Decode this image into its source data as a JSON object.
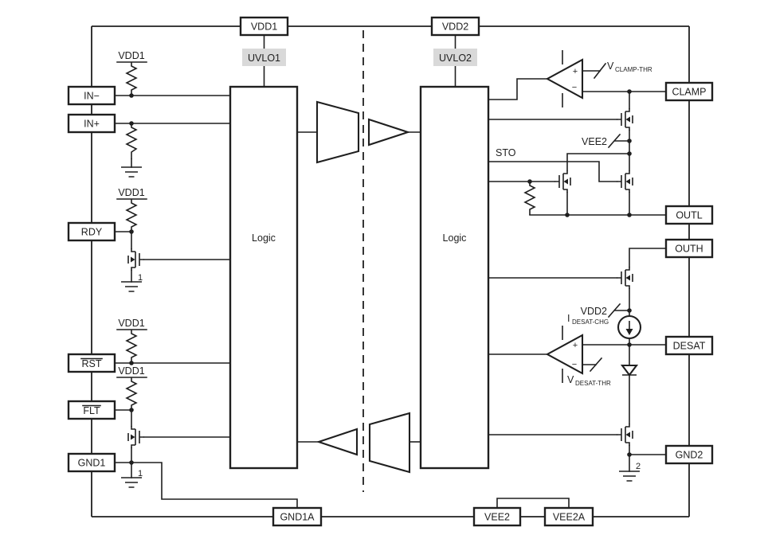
{
  "diagram": {
    "pins": {
      "in_minus": "IN−",
      "in_plus": "IN+",
      "rdy": "RDY",
      "rst": "RST",
      "flt": "FLT",
      "gnd1": "GND1",
      "vdd1": "VDD1",
      "vdd2": "VDD2",
      "clamp": "CLAMP",
      "outl": "OUTL",
      "outh": "OUTH",
      "desat": "DESAT",
      "gnd2": "GND2",
      "gnd1a": "GND1A",
      "vee2": "VEE2",
      "vee2a": "VEE2A"
    },
    "blocks": {
      "uvlo1": "UVLO1",
      "uvlo2": "UVLO2",
      "logic1": "Logic",
      "logic2": "Logic"
    },
    "net_labels": {
      "vdd1": "VDD1",
      "vdd2": "VDD2",
      "vee2": "VEE2",
      "sto": "STO"
    },
    "signal_labels": {
      "v_clamp_thr": {
        "base": "V",
        "sub": "CLAMP-THR"
      },
      "i_desat_chg": {
        "base": "I",
        "sub": "DESAT-CHG"
      },
      "v_desat_thr": {
        "base": "V",
        "sub": "DESAT-THR"
      }
    },
    "annotations": {
      "ground1": "1",
      "ground2": "2",
      "plus": "+",
      "minus": "−"
    },
    "colors": {
      "line": "#1f1f1f",
      "uvlo_fill": "#d9d9d9",
      "background": "#ffffff"
    }
  }
}
